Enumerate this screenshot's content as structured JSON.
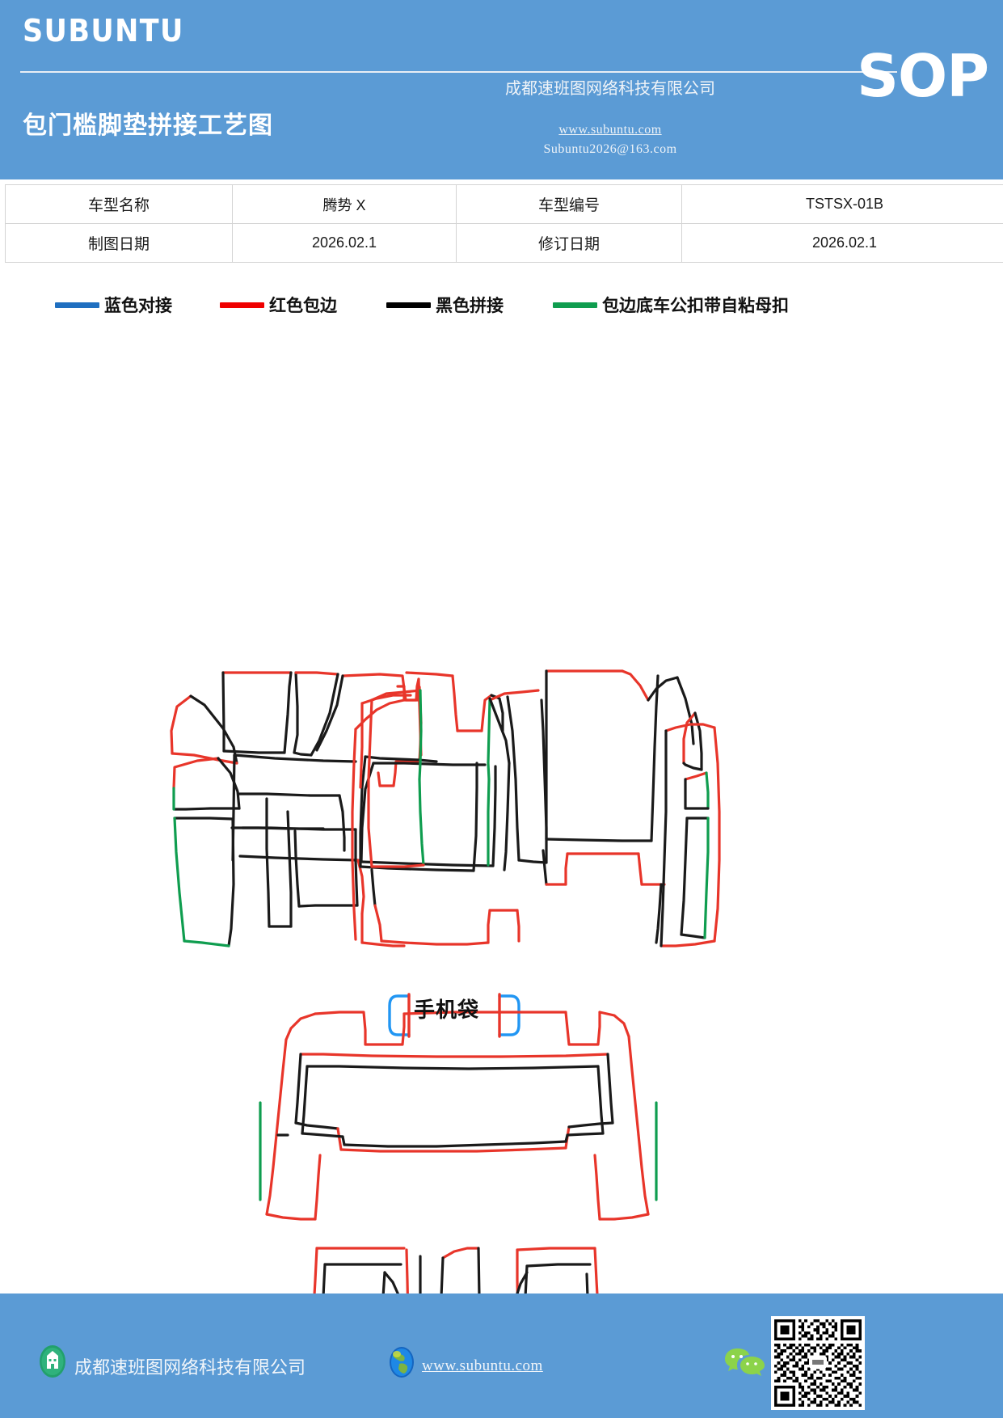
{
  "header": {
    "brand": "SUBUNTU",
    "doc_title": "包门槛脚垫拼接工艺图",
    "company_cn": "成都速班图网络科技有限公司",
    "website": "www.subuntu.com",
    "email": "Subuntu2026@163.com",
    "doc_type": "SOP",
    "bg_color": "#5b9bd5"
  },
  "info_table": {
    "rows": [
      {
        "label1": "车型名称",
        "value1": "腾势 X",
        "label2": "车型编号",
        "value2": "TSTSX-01B"
      },
      {
        "label1": "制图日期",
        "value1": "2026.02.1",
        "label2": "修订日期",
        "value2": "2026.02.1"
      }
    ]
  },
  "legend": {
    "items": [
      {
        "label": "蓝色对接",
        "color": "#1f6fc0"
      },
      {
        "label": "红色包边",
        "color": "#ef0000"
      },
      {
        "label": "黑色拼接",
        "color": "#000000"
      },
      {
        "label": "包边底车公扣带自粘母扣",
        "color": "#0f9d4f"
      }
    ]
  },
  "diagram": {
    "pocket_label": "手机袋",
    "colors": {
      "red": "#e8352a",
      "black": "#1a1a1a",
      "green": "#0f9d4f",
      "blue": "#2196f3"
    }
  },
  "footer": {
    "company": "成都速班图网络科技有限公司",
    "url": "www.subuntu.com",
    "bg_color": "#5b9bd5"
  }
}
